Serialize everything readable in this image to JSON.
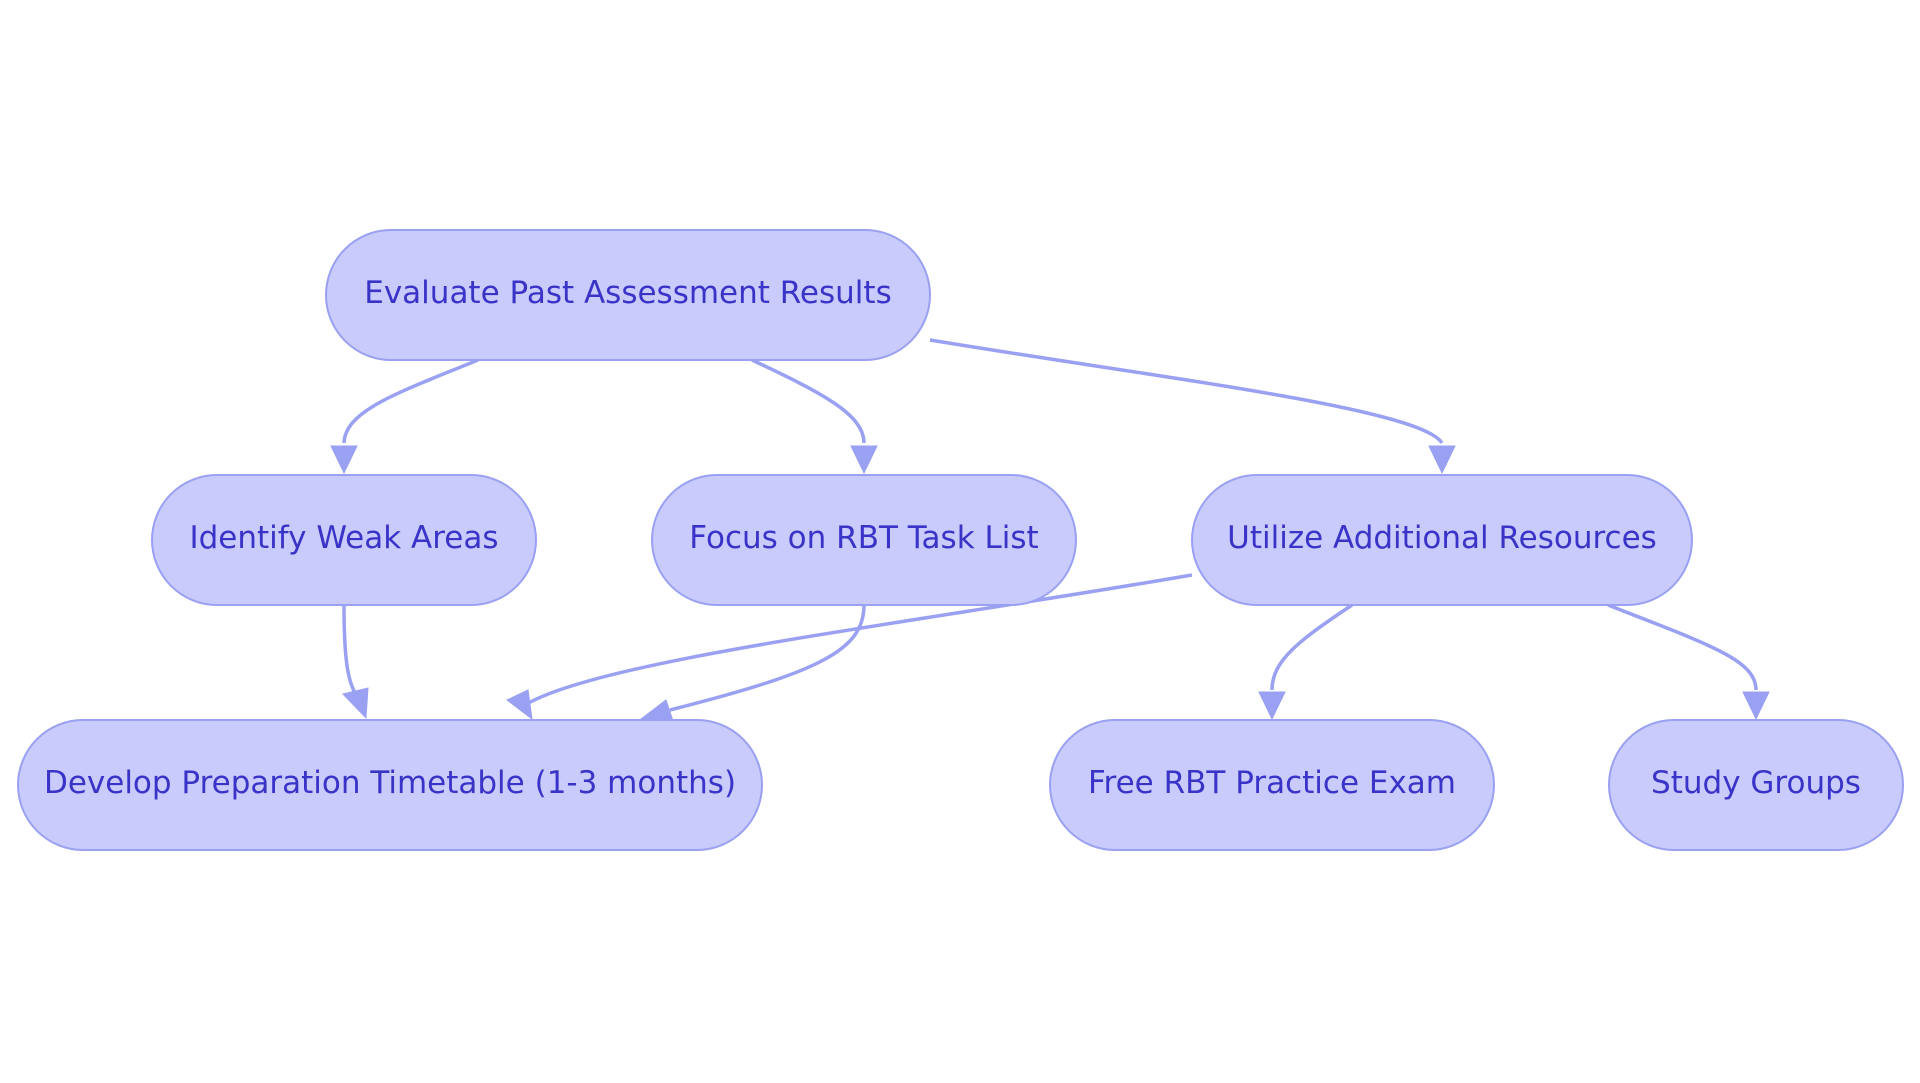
{
  "diagram": {
    "type": "flowchart",
    "colors": {
      "node_fill": "#c9cbfc",
      "node_stroke": "#9aa0f2",
      "edge": "#9aa0f2",
      "text": "#3a33c8",
      "background": "#ffffff"
    },
    "nodes": [
      {
        "id": "evaluate",
        "label": "Evaluate Past Assessment Results"
      },
      {
        "id": "weak",
        "label": "Identify Weak Areas"
      },
      {
        "id": "focus",
        "label": "Focus on RBT Task List"
      },
      {
        "id": "utilize",
        "label": "Utilize Additional Resources"
      },
      {
        "id": "timetable",
        "label": "Develop Preparation Timetable (1-3 months)"
      },
      {
        "id": "exam",
        "label": "Free RBT Practice Exam"
      },
      {
        "id": "groups",
        "label": "Study Groups"
      }
    ],
    "edges": [
      {
        "from": "evaluate",
        "to": "weak"
      },
      {
        "from": "evaluate",
        "to": "focus"
      },
      {
        "from": "evaluate",
        "to": "utilize"
      },
      {
        "from": "weak",
        "to": "timetable"
      },
      {
        "from": "focus",
        "to": "timetable"
      },
      {
        "from": "utilize",
        "to": "timetable"
      },
      {
        "from": "utilize",
        "to": "exam"
      },
      {
        "from": "utilize",
        "to": "groups"
      }
    ]
  }
}
